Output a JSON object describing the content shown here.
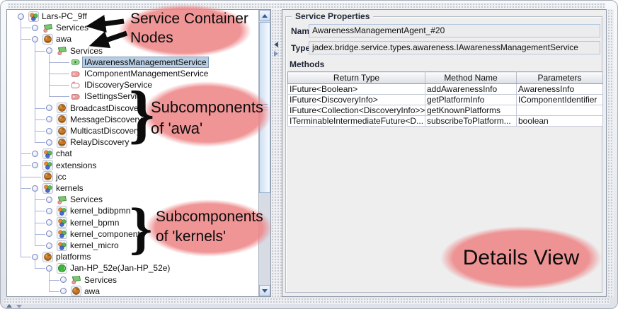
{
  "appearance": {
    "annotation_pink": "#ee8688",
    "selection_bg": "#b7cde3",
    "selection_border": "#7e9ab8",
    "panel_bg": "#eeeeee",
    "tree_line": "#a7b1d8"
  },
  "tree": {
    "rows": [
      {
        "depth": 0,
        "handle": "expanded",
        "icon": "platform",
        "label": "Lars-PC_9ff",
        "selected": false
      },
      {
        "depth": 1,
        "handle": "collapsed",
        "icon": "services",
        "label": "Services",
        "selected": false
      },
      {
        "depth": 1,
        "handle": "expanded",
        "icon": "component",
        "label": "awa",
        "selected": false
      },
      {
        "depth": 2,
        "handle": "expanded",
        "icon": "services",
        "label": "Services",
        "selected": false
      },
      {
        "depth": 3,
        "handle": "none",
        "icon": "svc_green",
        "label": "IAwarenessManagementService",
        "selected": true
      },
      {
        "depth": 3,
        "handle": "none",
        "icon": "svc_pink",
        "label": "IComponentManagementService",
        "selected": false
      },
      {
        "depth": 3,
        "handle": "none",
        "icon": "svc_pink_outline",
        "label": "IDiscoveryService",
        "selected": false
      },
      {
        "depth": 3,
        "handle": "none",
        "icon": "svc_pink",
        "label": "ISettingsService",
        "selected": false
      },
      {
        "depth": 2,
        "handle": "collapsed",
        "icon": "component",
        "label": "BroadcastDiscovery",
        "selected": false
      },
      {
        "depth": 2,
        "handle": "collapsed",
        "icon": "component",
        "label": "MessageDiscovery",
        "selected": false
      },
      {
        "depth": 2,
        "handle": "collapsed",
        "icon": "component",
        "label": "MulticastDiscovery",
        "selected": false
      },
      {
        "depth": 2,
        "handle": "collapsed",
        "icon": "component",
        "label": "RelayDiscovery",
        "selected": false
      },
      {
        "depth": 1,
        "handle": "collapsed",
        "icon": "platform",
        "label": "chat",
        "selected": false
      },
      {
        "depth": 1,
        "handle": "collapsed",
        "icon": "platform",
        "label": "extensions",
        "selected": false
      },
      {
        "depth": 1,
        "handle": "none",
        "icon": "component",
        "label": "jcc",
        "selected": false
      },
      {
        "depth": 1,
        "handle": "expanded",
        "icon": "platform",
        "label": "kernels",
        "selected": false
      },
      {
        "depth": 2,
        "handle": "collapsed",
        "icon": "services",
        "label": "Services",
        "selected": false
      },
      {
        "depth": 2,
        "handle": "collapsed",
        "icon": "platform",
        "label": "kernel_bdibpmn",
        "selected": false
      },
      {
        "depth": 2,
        "handle": "collapsed",
        "icon": "platform",
        "label": "kernel_bpmn",
        "selected": false
      },
      {
        "depth": 2,
        "handle": "collapsed",
        "icon": "platform",
        "label": "kernel_component",
        "selected": false
      },
      {
        "depth": 2,
        "handle": "collapsed",
        "icon": "platform",
        "label": "kernel_micro",
        "selected": false
      },
      {
        "depth": 1,
        "handle": "expanded",
        "icon": "component",
        "label": "platforms",
        "selected": false
      },
      {
        "depth": 2,
        "handle": "expanded",
        "icon": "remote",
        "label": "Jan-HP_52e(Jan-HP_52e)",
        "selected": false
      },
      {
        "depth": 3,
        "handle": "collapsed",
        "icon": "services",
        "label": "Services",
        "selected": false
      },
      {
        "depth": 3,
        "handle": "collapsed",
        "icon": "component",
        "label": "awa",
        "selected": false
      }
    ]
  },
  "details": {
    "panel_title": "Service Properties",
    "name_label": "Name",
    "name_value": "AwarenessManagementAgent_#20",
    "type_label": "Type",
    "type_value": "jadex.bridge.service.types.awareness.IAwarenessManagementService",
    "methods_label": "Methods",
    "table": {
      "columns": [
        "Return Type",
        "Method Name",
        "Parameters"
      ],
      "rows": [
        [
          "IFuture<Boolean>",
          "addAwarenessInfo",
          "AwarenessInfo"
        ],
        [
          "IFuture<DiscoveryInfo>",
          "getPlatformInfo",
          "IComponentIdentifier"
        ],
        [
          "IFuture<Collection<DiscoveryInfo>>",
          "getKnownPlatforms",
          ""
        ],
        [
          "ITerminableIntermediateFuture<D...",
          "subscribeToPlatform...",
          "boolean"
        ]
      ]
    }
  },
  "annotations": {
    "container_nodes": {
      "line1": "Service Container",
      "line2": "Nodes"
    },
    "awa_sub": {
      "line1": "Subcomponents",
      "line2": "of 'awa'"
    },
    "kernels_sub": {
      "line1": "Subcomponents",
      "line2": "of 'kernels'"
    },
    "details_view": {
      "label": "Details View"
    },
    "brace": "}"
  }
}
